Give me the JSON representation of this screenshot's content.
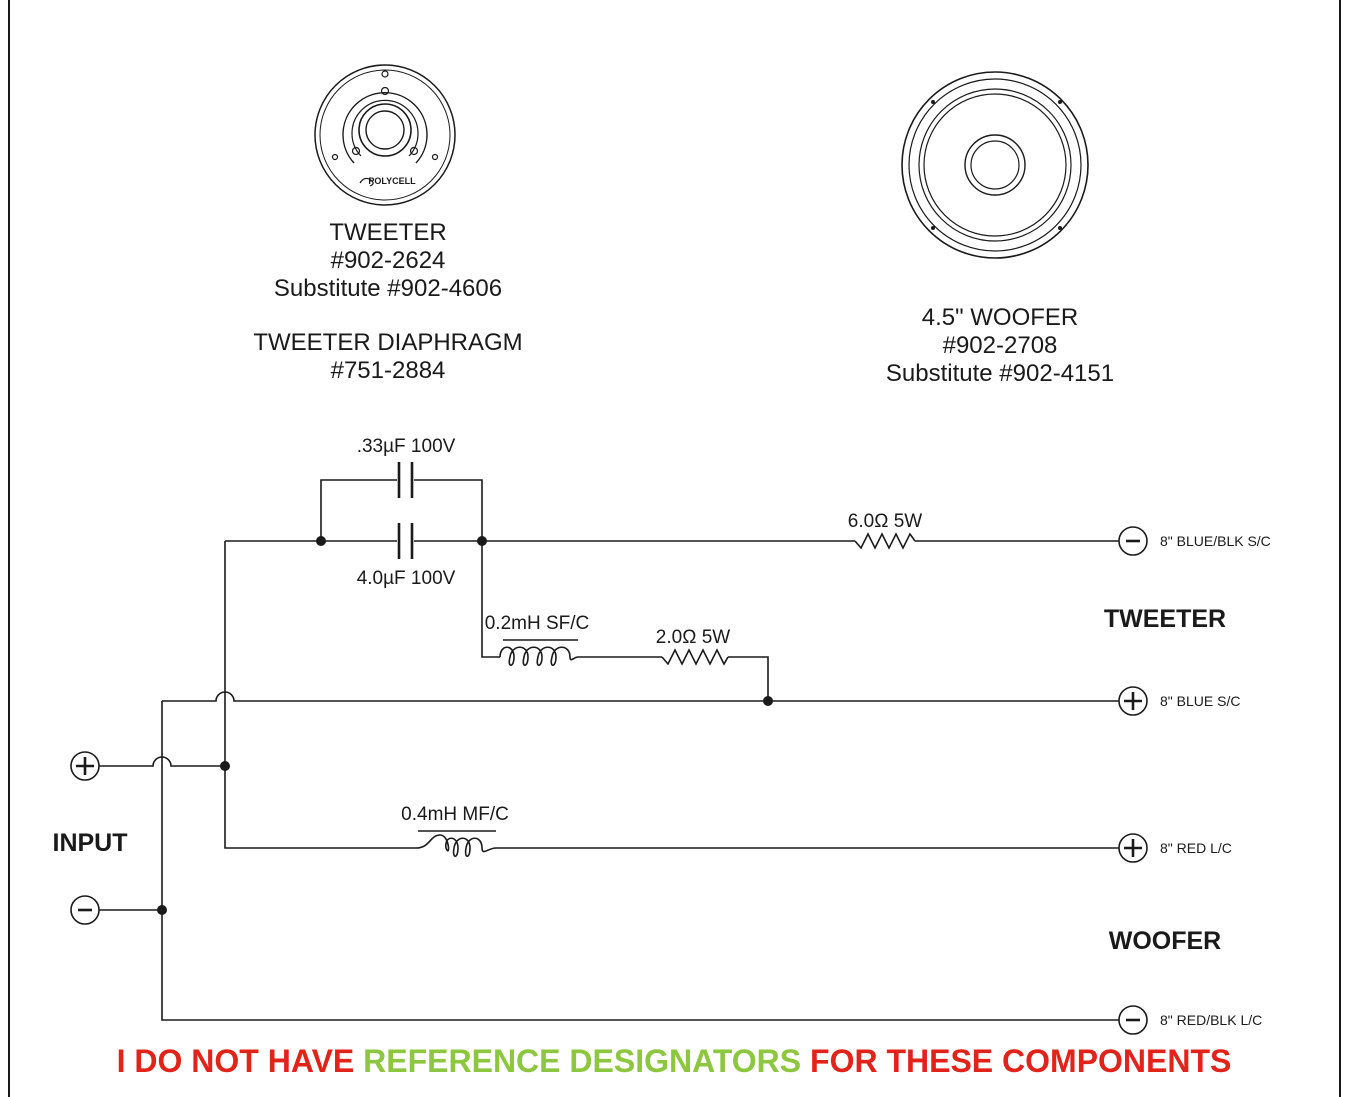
{
  "tweeter": {
    "brand": "POLYCELL",
    "title": "TWEETER",
    "part": "#902-2624",
    "substitute": "Substitute #902-4606",
    "diaphragm_title": "TWEETER DIAPHRAGM",
    "diaphragm_part": "#751-2884"
  },
  "woofer": {
    "title": "4.5\" WOOFER",
    "part": "#902-2708",
    "substitute": "Substitute #902-4151"
  },
  "components": {
    "cap_small": ".33µF 100V",
    "cap_large": "4.0µF 100V",
    "res_6": "6.0Ω 5W",
    "ind_02": "0.2mH SF/C",
    "res_2": "2.0Ω 5W",
    "ind_04": "0.4mH MF/C"
  },
  "outputs": {
    "blue_blk": "8\" BLUE/BLK S/C",
    "blue": "8\" BLUE S/C",
    "red": "8\" RED L/C",
    "red_blk": "8\" RED/BLK L/C"
  },
  "sections": {
    "tweeter": "TWEETER",
    "woofer": "WOOFER",
    "input": "INPUT"
  },
  "notice": {
    "part1": "I DO NOT HAVE ",
    "part2": "REFERENCE DESIGNATORS",
    "part3": " FOR THESE COMPONENTS",
    "color_main": "#e2231a",
    "color_highlight": "#8dc63f"
  }
}
